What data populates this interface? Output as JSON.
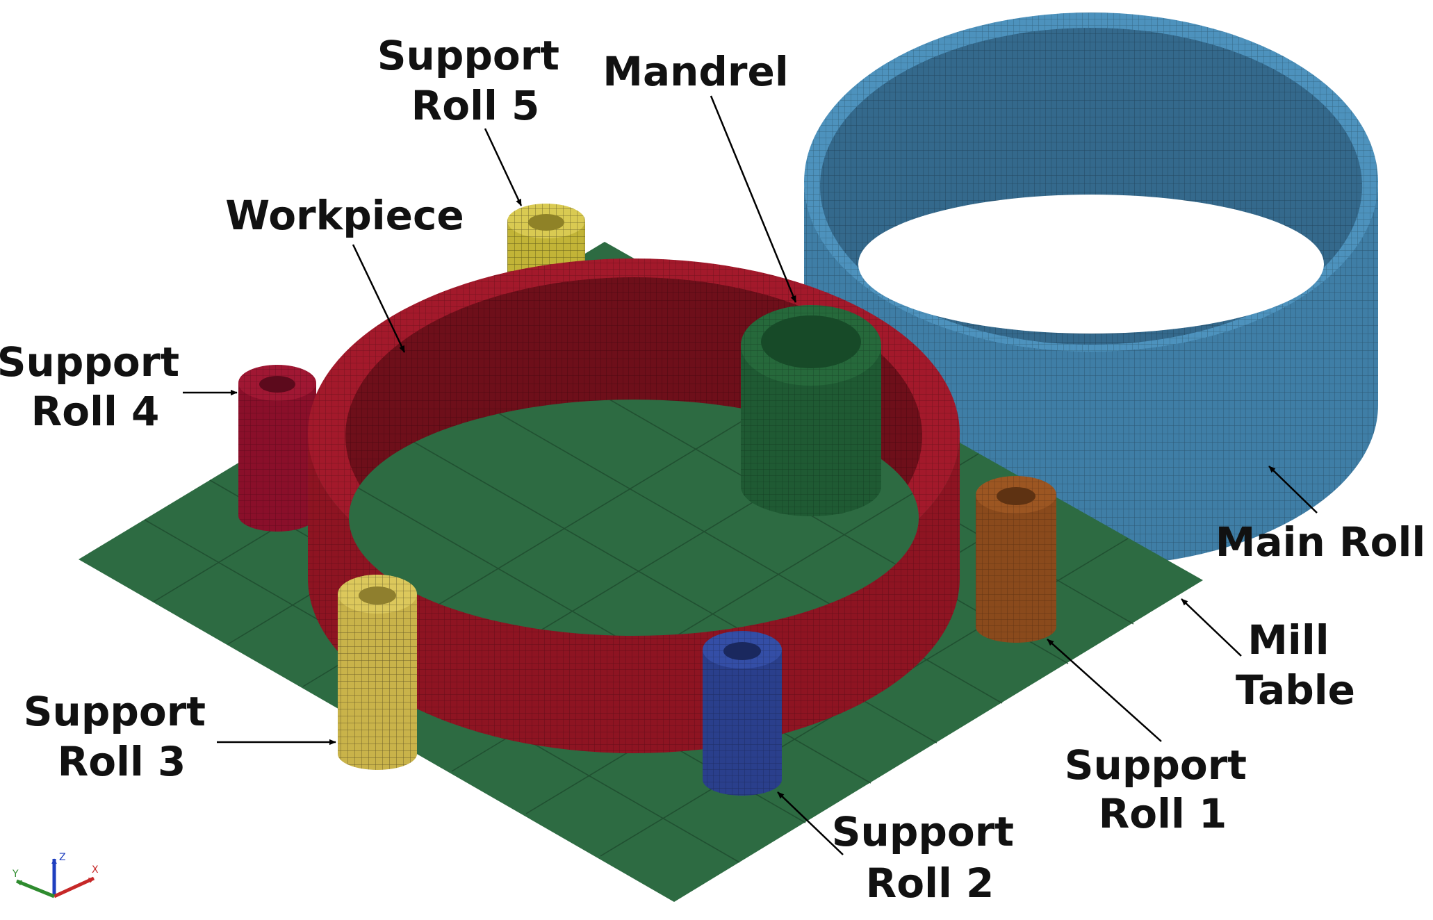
{
  "labels": {
    "support_roll_5": [
      "Support",
      "Roll 5"
    ],
    "mandrel": [
      "Mandrel"
    ],
    "workpiece": [
      "Workpiece"
    ],
    "support_roll_4": [
      "Support",
      "Roll 4"
    ],
    "main_roll": [
      "Main Roll"
    ],
    "mill_table": [
      "Mill",
      "Table"
    ],
    "support_roll_1": [
      "Support",
      "Roll 1"
    ],
    "support_roll_3": [
      "Support",
      "Roll 3"
    ],
    "support_roll_2": [
      "Support",
      "Roll 2"
    ]
  },
  "triad": {
    "x": "X",
    "y": "Y",
    "z": "Z"
  },
  "colors": {
    "table": "#2d6b42",
    "workpiece": "#8e1422",
    "mandrel": "#1f5a33",
    "main_roll": "#3f7ea6",
    "support_roll_1": "#8a4a1c",
    "support_roll_2": "#2a3f8c",
    "support_roll_3": "#c9b34a",
    "support_roll_4": "#8a0f2a",
    "support_roll_5": "#c2b437"
  }
}
